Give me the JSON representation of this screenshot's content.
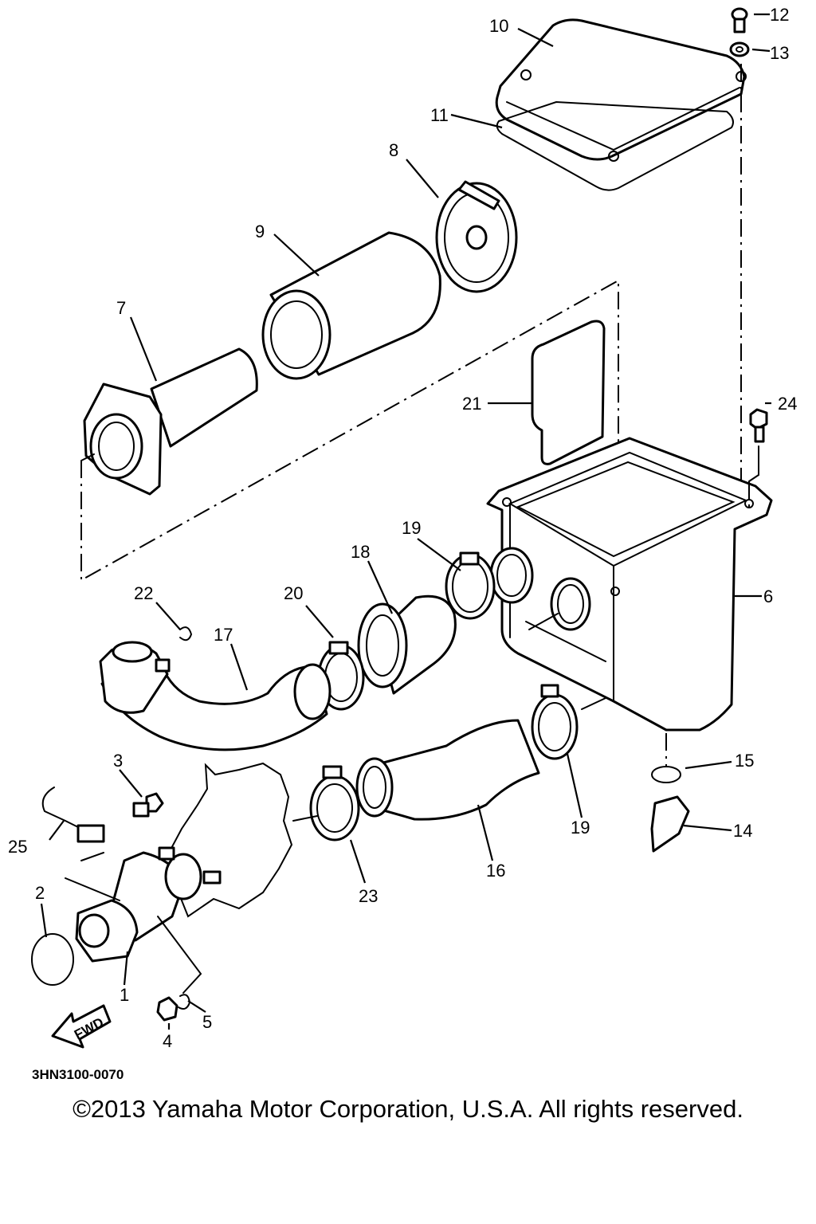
{
  "diagram": {
    "drawing_code": "3HN3100-0070",
    "fwd_arrow_label": "FWD",
    "copyright": "©2013 Yamaha Motor Corporation, U.S.A. All rights reserved.",
    "callouts": {
      "c1": "1",
      "c2": "2",
      "c3": "3",
      "c4": "4",
      "c5": "5",
      "c6": "6",
      "c7": "7",
      "c8": "8",
      "c9": "9",
      "c10": "10",
      "c11": "11",
      "c12": "12",
      "c13": "13",
      "c14": "14",
      "c15": "15",
      "c16": "16",
      "c17": "17",
      "c18": "18",
      "c19a": "19",
      "c19b": "19",
      "c20": "20",
      "c21": "21",
      "c22": "22",
      "c23": "23",
      "c24": "24",
      "c25": "25"
    }
  }
}
